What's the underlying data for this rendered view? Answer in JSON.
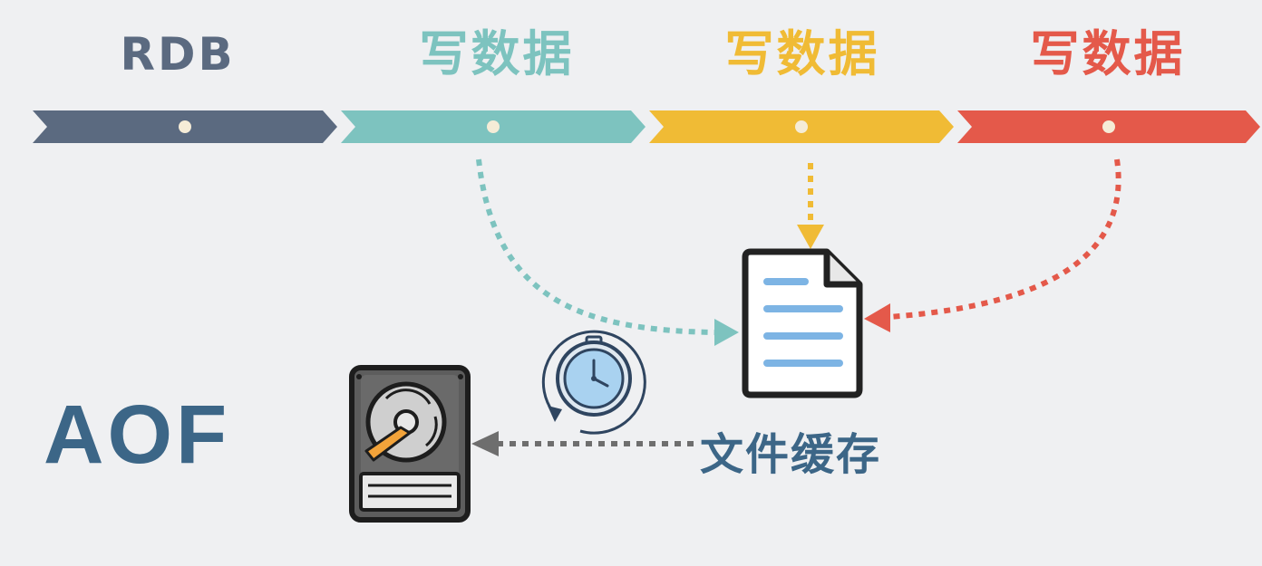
{
  "timeline": {
    "stages": [
      {
        "label": "RDB",
        "color": "#5b6a80"
      },
      {
        "label": "写数据",
        "color": "#7dc3bf"
      },
      {
        "label": "写数据",
        "color": "#f0bb35"
      },
      {
        "label": "写数据",
        "color": "#e4594a"
      }
    ]
  },
  "aof_label": "AOF",
  "file_cache_label": "文件缓存",
  "icons": {
    "file": "document-icon",
    "timer": "stopwatch-sync-icon",
    "disk": "hard-drive-icon"
  },
  "colors": {
    "background": "#eff0f2",
    "primary_text": "#3c6687",
    "disk_arrow": "#6e6e6e"
  }
}
